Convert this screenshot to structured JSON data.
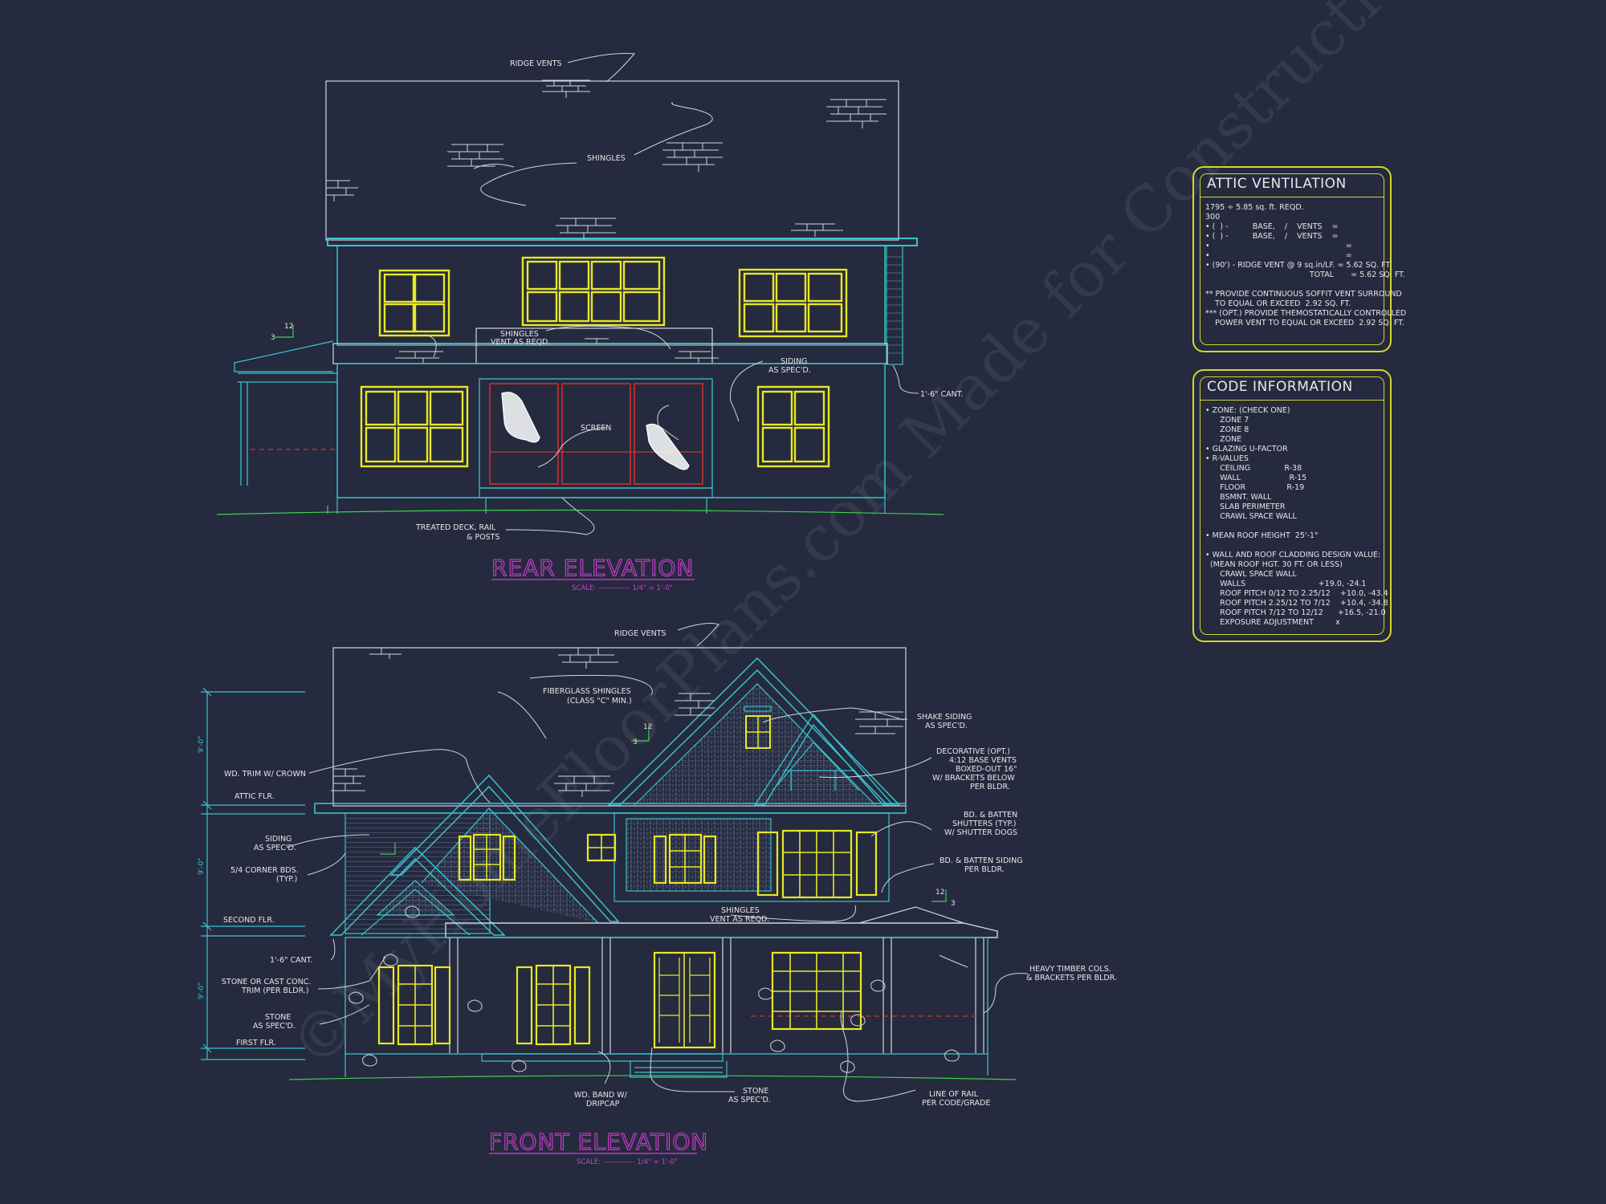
{
  "watermark": "©MyHomeFloorPlans.com Made for Construction & Estimation",
  "rear": {
    "title": "REAR ELEVATION",
    "scale": "SCALE: ------------- 1/4\" = 1'-0\"",
    "notes": {
      "ridge_vents": "RIDGE VENTS",
      "shingles": "SHINGLES",
      "shingles_vent_1": "SHINGLES",
      "shingles_vent_2": "VENT AS REQD.",
      "siding_1": "SIDING",
      "siding_2": "AS SPEC'D.",
      "screen": "SCREEN",
      "cant": "1'-6\" CANT.",
      "deck_1": "TREATED DECK, RAIL",
      "deck_2": "& POSTS",
      "pitch_rise": "12",
      "pitch_run": "3"
    }
  },
  "front": {
    "title": "FRONT ELEVATION",
    "scale": "SCALE: ------------- 1/4\" = 1'-0\"",
    "notes": {
      "ridge_vents": "RIDGE VENTS",
      "fiberglass_1": "FIBERGLASS SHINGLES",
      "fiberglass_2": "(CLASS \"C\" MIN.)",
      "wd_trim": "WD. TRIM W/ CROWN",
      "attic_flr": "ATTIC FLR.",
      "siding_1": "SIDING",
      "siding_2": "AS SPEC'D.",
      "corner_1": "5/4 CORNER BDS.",
      "corner_2": "(TYP.)",
      "second_flr": "SECOND FLR.",
      "cant": "1'-6\" CANT.",
      "stone_cast_1": "STONE OR CAST CONC.",
      "stone_cast_2": "TRIM (PER BLDR.)",
      "stone_1": "STONE",
      "stone_2": "AS SPEC'D.",
      "first_flr": "FIRST FLR.",
      "shake_1": "SHAKE SIDING",
      "shake_2": "AS SPEC'D.",
      "deco_1": "DECORATIVE (OPT.)",
      "deco_2": "4:12 BASE VENTS",
      "deco_3": "BOXED-OUT 16\"",
      "deco_4": "W/ BRACKETS BELOW",
      "deco_5": "PER BLDR.",
      "shutters_1": "BD. & BATTEN",
      "shutters_2": "SHUTTERS (TYP.)",
      "shutters_3": "W/ SHUTTER DOGS",
      "batten_1": "BD. & BATTEN SIDING",
      "batten_2": "PER BLDR.",
      "shingles_1": "SHINGLES",
      "shingles_2": "VENT AS REQD.",
      "timber_1": "HEAVY TIMBER COLS.",
      "timber_2": "& BRACKETS PER BLDR.",
      "wd_band_1": "WD. BAND W/",
      "wd_band_2": "DRIPCAP",
      "stone_b_1": "STONE",
      "stone_b_2": "AS SPEC'D.",
      "rail_1": "LINE OF RAIL",
      "rail_2": "PER CODE/GRADE",
      "dim_1": "9'-0\"",
      "dim_2": "9'-0\"",
      "dim_3": "9'-0\"",
      "pitch_rise": "12",
      "pitch_run": "3"
    }
  },
  "attic_ventilation": {
    "title": "ATTIC VENTILATION",
    "lines": [
      "1795 ÷ 5.85 sq. ft. REQD.",
      "300",
      "• (  ) -          BASE,    /    VENTS    =",
      "• (  ) -          BASE,    /    VENTS    =",
      "•                                                        =",
      "•                                                        =",
      "• (90') - RIDGE VENT @ 9 sq.in/LF. = 5.62 SQ. FT.",
      "                                           TOTAL       = 5.62 SQ. FT.",
      "",
      "** PROVIDE CONTINUOUS SOFFIT VENT SURROUND",
      "    TO EQUAL OR EXCEED  2.92 SQ. FT.",
      "*** (OPT.) PROVIDE THEMOSTATICALLY CONTROLLED",
      "    POWER VENT TO EQUAL OR EXCEED  2.92 SQ. FT."
    ]
  },
  "code_information": {
    "title": "CODE INFORMATION",
    "lines": [
      "• ZONE: (CHECK ONE)",
      "      ZONE 7",
      "      ZONE 8",
      "      ZONE",
      "• GLAZING U-FACTOR",
      "• R-VALUES",
      "      CEILING              R-38",
      "      WALL                    R-15",
      "      FLOOR                 R-19",
      "      BSMNT. WALL",
      "      SLAB PERIMETER",
      "      CRAWL SPACE WALL",
      "",
      "• MEAN ROOF HEIGHT  25'-1\"",
      "",
      "• WALL AND ROOF CLADDING DESIGN VALUE:",
      "  (MEAN ROOF HGT. 30 FT. OR LESS)",
      "      CRAWL SPACE WALL",
      "      WALLS                              +19.0, -24.1",
      "      ROOF PITCH 0/12 TO 2.25/12    +10.0, -43.4",
      "      ROOF PITCH 2.25/12 TO 7/12    +10.4, -34.8",
      "      ROOF PITCH 7/12 TO 12/12      +16.5, -21.0",
      "      EXPOSURE ADJUSTMENT         x"
    ]
  },
  "colors": {
    "background": "#252a3e",
    "linework": "#39c2cf",
    "outline": "#cfd6e0",
    "windows": "#e8e823",
    "titles": "#d63ad6",
    "grade": "#3fcf4f",
    "screen_frame": "#d83030",
    "panel_border": "#d6d62a"
  }
}
